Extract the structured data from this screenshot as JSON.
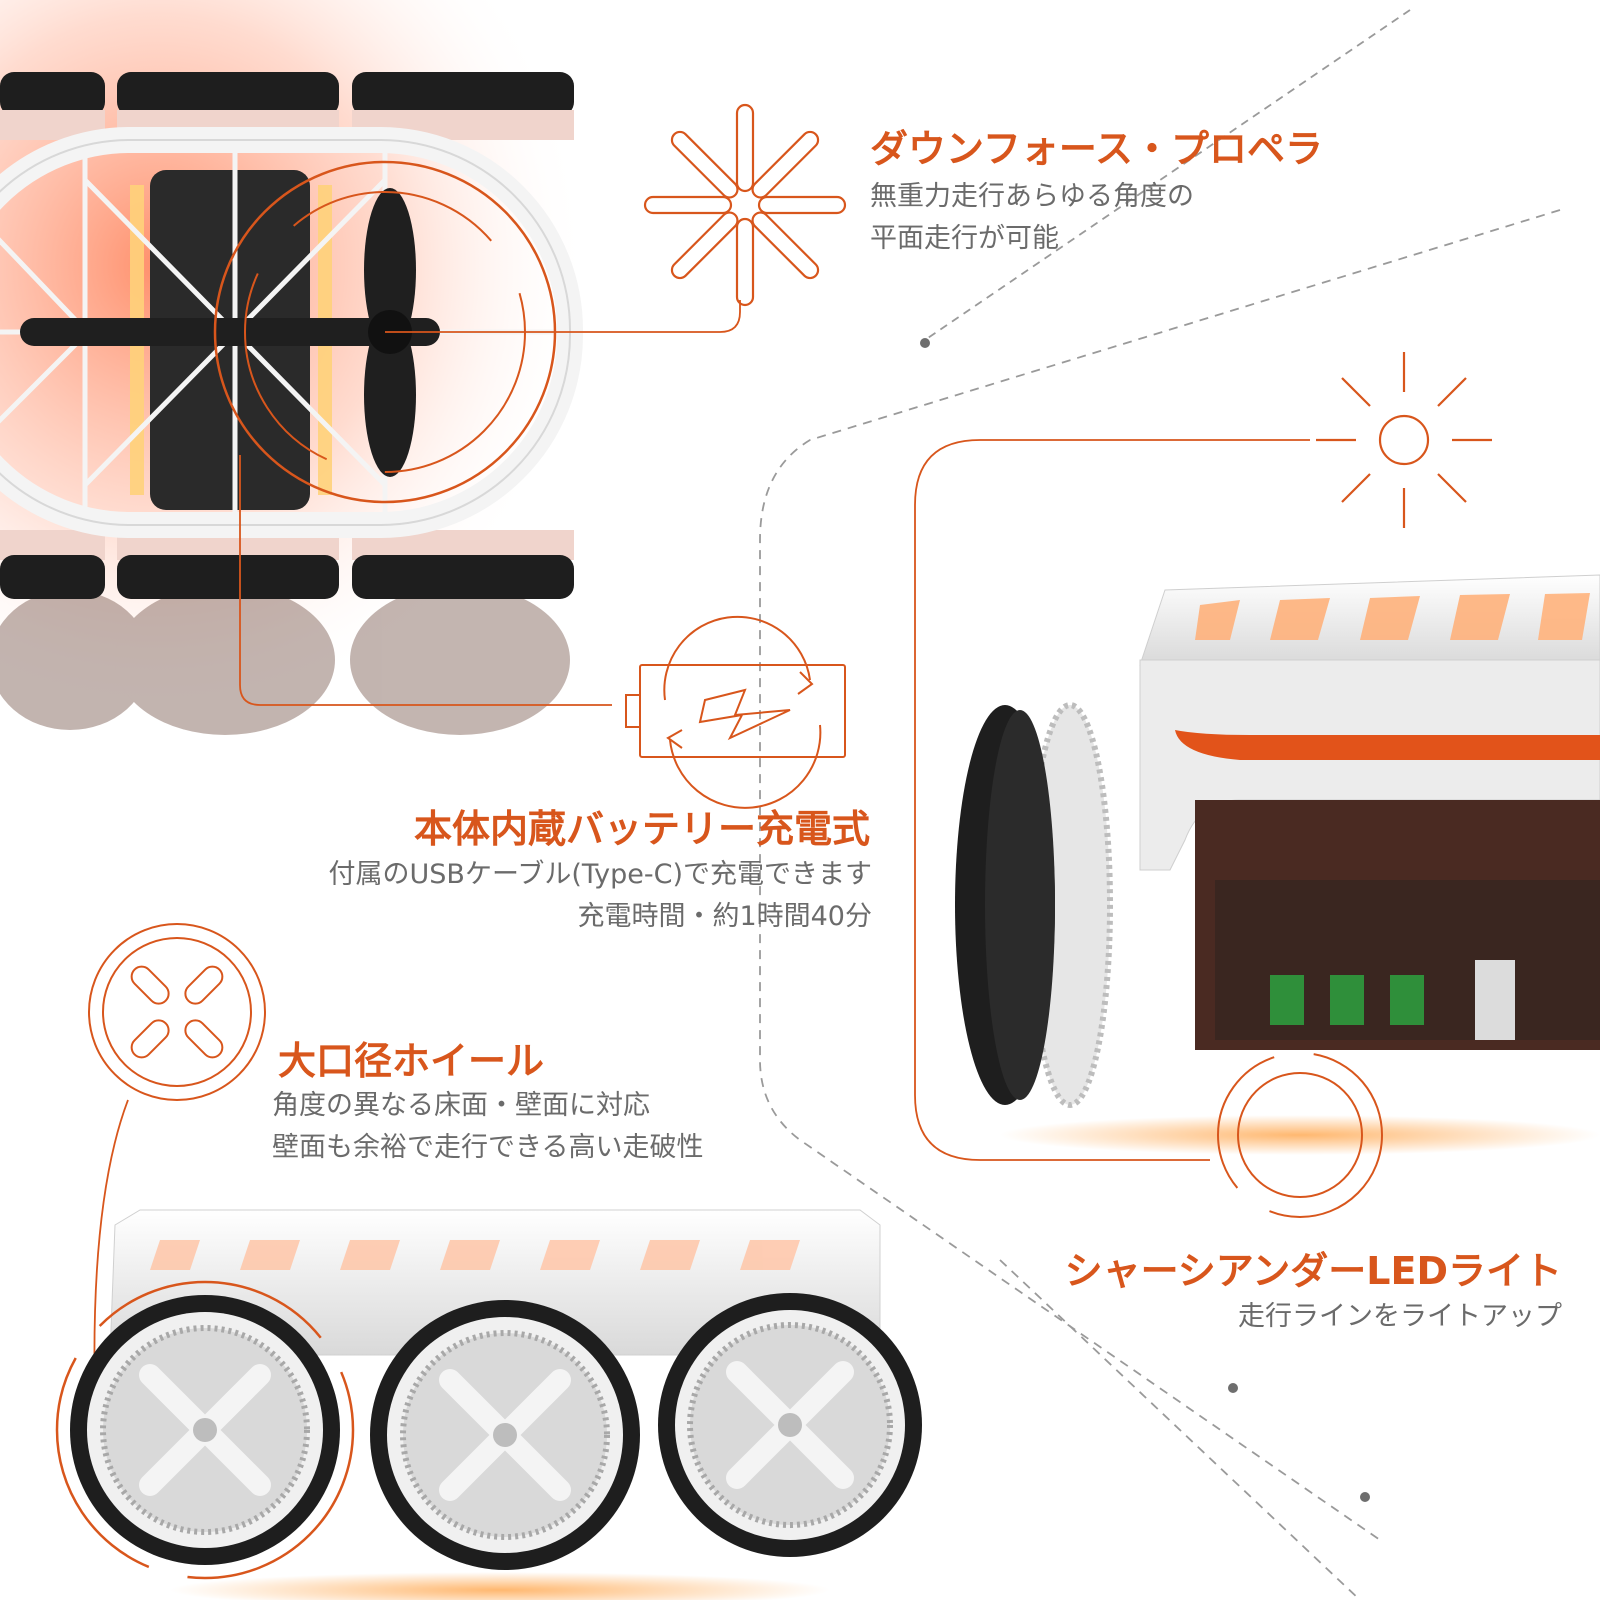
{
  "features": {
    "propeller": {
      "title": "ダウンフォース・プロペラ",
      "line1": "無重力走行あらゆる角度の",
      "line2": "平面走行が可能",
      "icon": "propeller-icon"
    },
    "battery": {
      "title": "本体内蔵バッテリー充電式",
      "line1": "付属のUSBケーブル(Type-C)で充電できます",
      "line2": "充電時間・約1時間40分",
      "icon": "battery-charge-icon"
    },
    "wheel": {
      "title": "大口径ホイール",
      "line1": "角度の異なる床面・壁面に対応",
      "line2": "壁面も余裕で走行できる高い走破性",
      "icon": "wheel-icon"
    },
    "light": {
      "title": "シャーシアンダーLEDライト",
      "line1": "走行ラインをライトアップ",
      "icon": "sun-light-icon"
    }
  },
  "colors": {
    "accent": "#d8561c",
    "text_gray": "#6b6b6b",
    "frame_white": "#f2f2f2",
    "tire_black": "#1e1e1e",
    "glow": "#ff8a4c"
  }
}
